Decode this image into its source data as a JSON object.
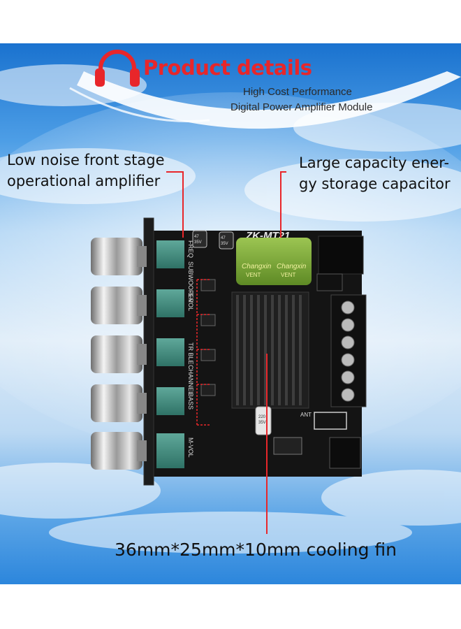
{
  "header": {
    "title": "Product details",
    "subtitle_line1": "High Cost Performance",
    "subtitle_line2": "Digital Power Amplifier Module"
  },
  "callouts": {
    "front_stage_line1": "Low noise front stage",
    "front_stage_line2": "operational amplifier",
    "capacitor_line1": "Large capacity ener-",
    "capacitor_line2": "gy storage capacitor",
    "cooling_fin": "36mm*25mm*10mm cooling fin"
  },
  "board": {
    "model": "ZK-MT21",
    "pot_labels": [
      "FREQ",
      "SUBWOOFER",
      "S-VOL",
      "TR BLE",
      "CHANNEL",
      "BASS",
      "M-VOL"
    ],
    "small_cap_label": "47\n35V",
    "big_cap_brand": "Changxin",
    "big_cap_label": "VENT",
    "cap_220_label": "220\n35V",
    "ant_label": "ANT"
  },
  "colors": {
    "accent_red": "#e8262a",
    "sky_blue": "#1f7fd4",
    "board_black": "#141414",
    "capacitor_green": "#7fae3a"
  },
  "icons": [
    "headphones-icon"
  ]
}
